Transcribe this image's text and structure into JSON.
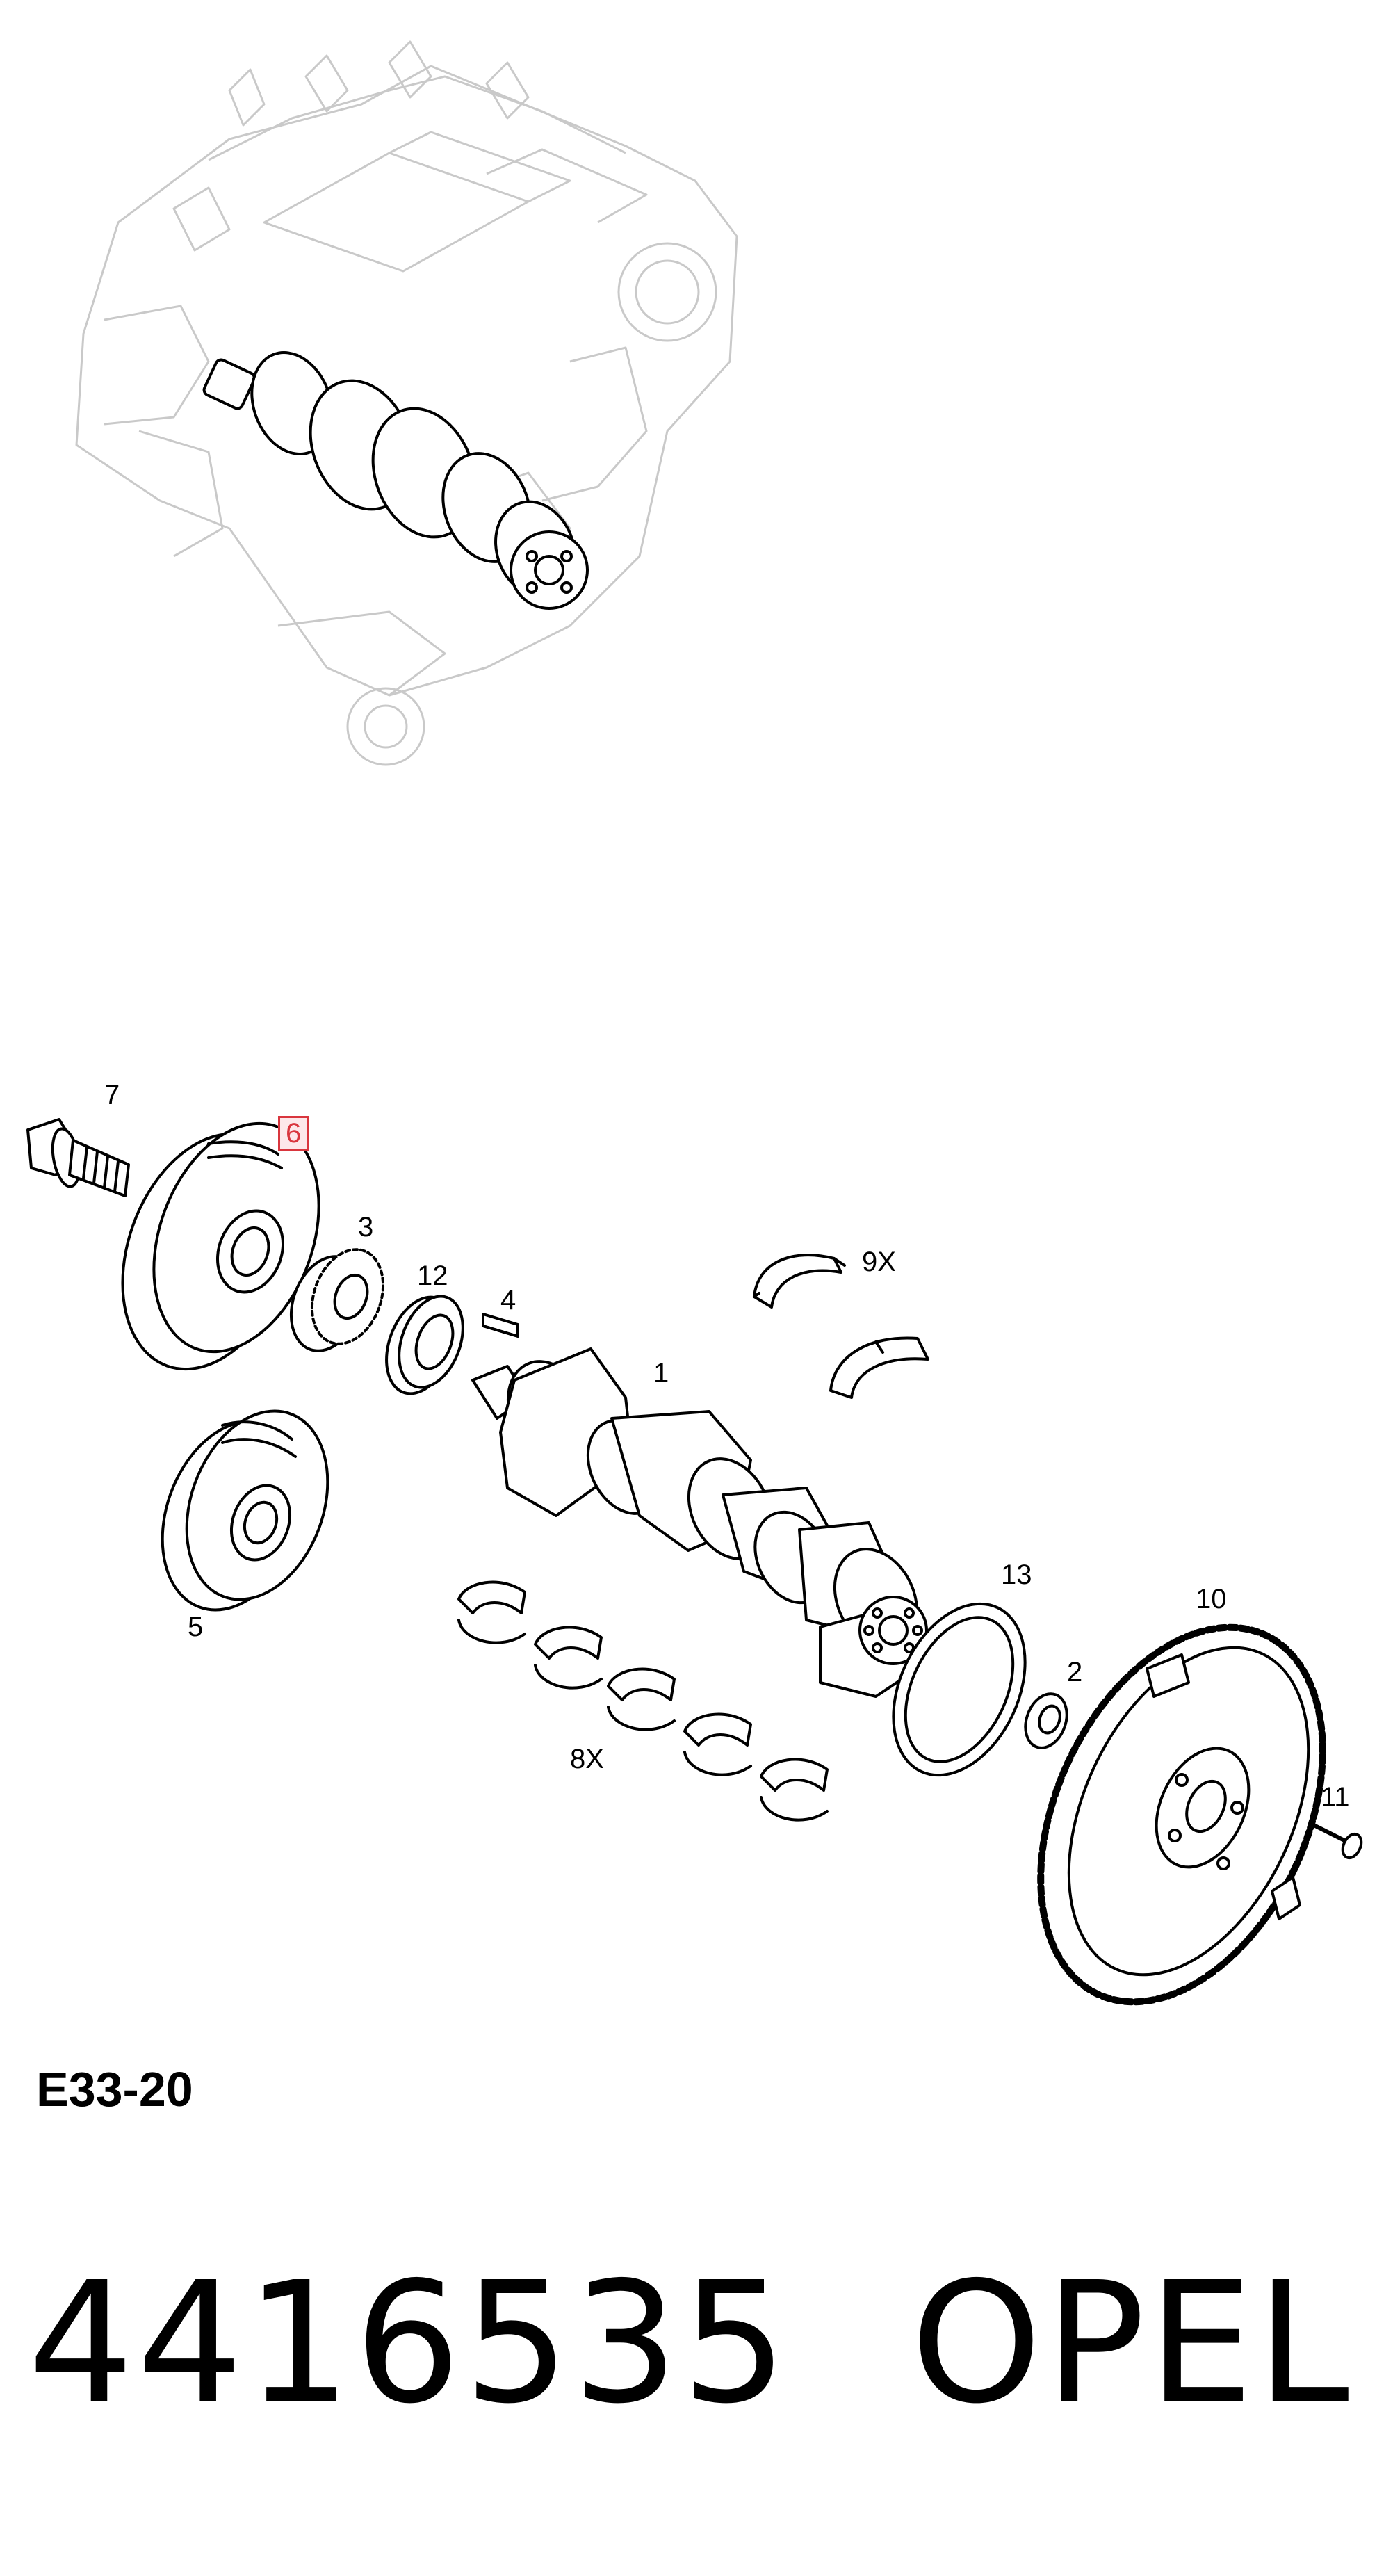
{
  "diagram_code": "E33-20",
  "part_number": "4416535",
  "brand": "OPEL",
  "highlight_color": "#d9363e",
  "callouts": [
    {
      "label": "7"
    },
    {
      "label": "6",
      "highlighted": true
    },
    {
      "label": "3"
    },
    {
      "label": "12"
    },
    {
      "label": "4"
    },
    {
      "label": "9X"
    },
    {
      "label": "1"
    },
    {
      "label": "5"
    },
    {
      "label": "13"
    },
    {
      "label": "10"
    },
    {
      "label": "2"
    },
    {
      "label": "8X"
    },
    {
      "label": "11"
    }
  ]
}
